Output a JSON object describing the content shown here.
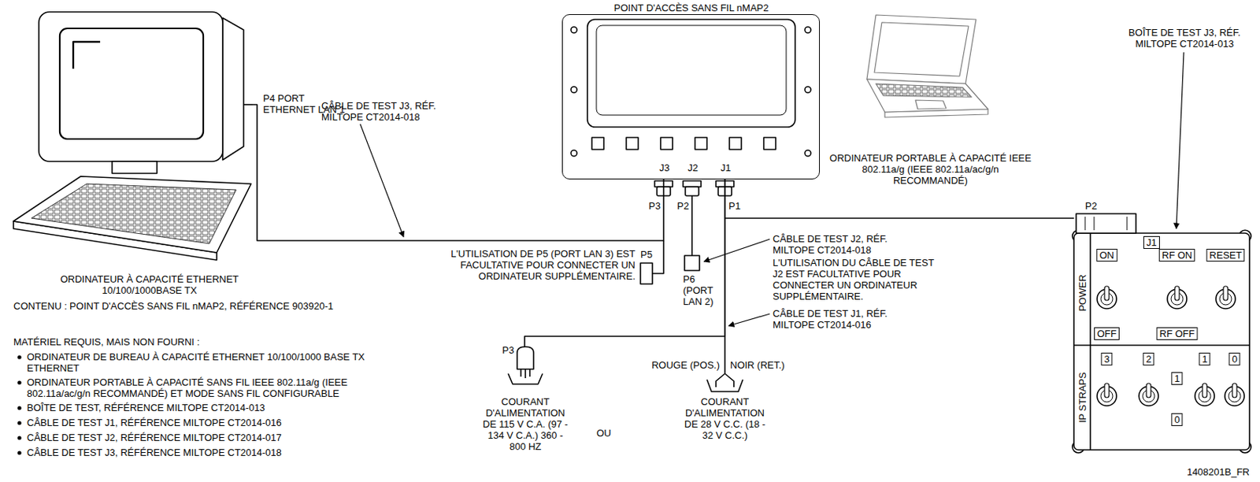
{
  "diagram": {
    "nodes": [
      {
        "text": [
          "POINT D'ACCÈS SANS FIL nMAP2",
          "J3",
          "J2",
          "J1"
        ]
      },
      {
        "text": [
          "ORDINATEUR À CAPACITÉ ETHERNET 10/100/1000BASE TX"
        ]
      },
      {
        "text": [
          "ORDINATEUR PORTABLE À CAPACITÉ IEEE 802.11a/g (IEEE 802.11a/ac/g/n RECOMMANDÉ)"
        ]
      },
      {
        "text": [
          "BOÎTE DE TEST J3, RÉF. MILTOPE CT2014-013",
          "P2",
          "J1",
          "ON",
          "RF ON",
          "RESET",
          "OFF",
          "RF OFF",
          "POWER",
          "IP STRAPS",
          "3",
          "2",
          "1",
          "0",
          "1",
          "0"
        ]
      },
      {
        "text": [
          "P3",
          "COURANT D'ALIMENTATION DE 115 V C.A. (97 - 134 V C.A.) 360 - 800 HZ"
        ]
      },
      {
        "text": [
          "ROUGE (POS.)",
          "NOIR (RET.)",
          "COURANT D'ALIMENTATION DE 28 V C.C. (18 - 32 V C.C.)"
        ]
      }
    ],
    "edges": [
      {
        "from": 0,
        "to": 1,
        "arrow": "none"
      },
      {
        "from": 0,
        "to": 3,
        "arrow": "none"
      },
      {
        "from": 0,
        "to": 4,
        "arrow": "none"
      },
      {
        "from": 0,
        "to": 5,
        "arrow": "none"
      }
    ],
    "labels": [
      "CÂBLE DE TEST J3, RÉF. MILTOPE CT2014-018",
      "P4 PORT ETHERNET LAN 1",
      "P3",
      "P2",
      "P1",
      "P5",
      "L'UTILISATION DE P5 (PORT LAN 3) EST FACULTATIVE POUR CONNECTER UN ORDINATEUR SUPPLÉMENTAIRE.",
      "P6 (PORT LAN 2)",
      "CÂBLE DE TEST J2, RÉF. MILTOPE CT2014-018",
      "L'UTILISATION DU CÂBLE DE TEST J2 EST FACULTATIVE POUR CONNECTER UN ORDINATEUR SUPPLÉMENTAIRE.",
      "CÂBLE DE TEST J1, RÉF. MILTOPE CT2014-016",
      "OU",
      "CONTENU : POINT D'ACCÈS SANS FIL nMAP2, RÉFÉRENCE 903920-1",
      "MATÉRIEL REQUIS, MAIS NON FOURNI :",
      "ORDINATEUR DE BUREAU À CAPACITÉ ETHERNET 10/100/1000 BASE TX ETHERNET",
      "ORDINATEUR PORTABLE À CAPACITÉ SANS FIL IEEE 802.11a/g (IEEE 802.11a/ac/g/n RECOMMANDÉ) ET MODE SANS FIL CONFIGURABLE",
      "BOÎTE DE TEST, RÉFÉRENCE MILTOPE CT2014-013",
      "CÂBLE DE TEST J1, RÉFÉRENCE MILTOPE CT2014-016",
      "CÂBLE DE TEST J2, RÉFÉRENCE MILTOPE CT2014-017",
      "CÂBLE DE TEST J3, RÉFÉRENCE MILTOPE CT2014-018",
      "1408201B_FR"
    ]
  }
}
